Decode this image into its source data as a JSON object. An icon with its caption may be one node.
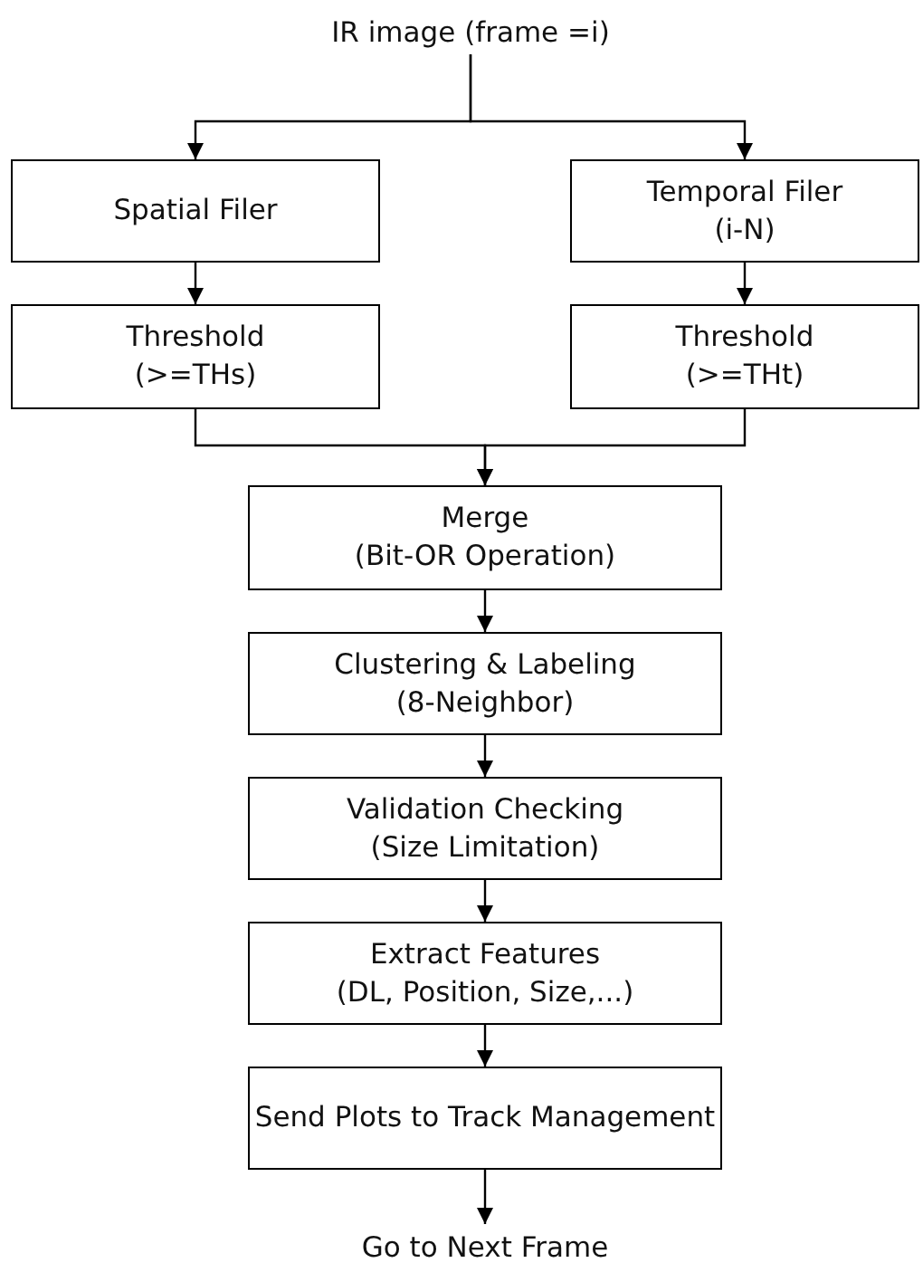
{
  "diagram": {
    "nodes": [
      {
        "text": [
          "IR image (frame =i)"
        ]
      },
      {
        "text": [
          "Spatial Filer"
        ]
      },
      {
        "text": [
          "Temporal Filer",
          "(i-N)"
        ]
      },
      {
        "text": [
          "Threshold",
          "(>=THs)"
        ]
      },
      {
        "text": [
          "Threshold",
          "(>=THt)"
        ]
      },
      {
        "text": [
          "Merge",
          "(Bit-OR Operation)"
        ]
      },
      {
        "text": [
          "Clustering & Labeling",
          "(8-Neighbor)"
        ]
      },
      {
        "text": [
          "Validation Checking",
          "(Size Limitation)"
        ]
      },
      {
        "text": [
          "Extract Features",
          "(DL, Position, Size,...)"
        ]
      },
      {
        "text": [
          "Send Plots to Track Management"
        ]
      },
      {
        "text": [
          "Go to Next Frame"
        ]
      }
    ],
    "edges": [
      {
        "from": 0,
        "to": 1,
        "arrow": "to"
      },
      {
        "from": 0,
        "to": 2,
        "arrow": "to"
      },
      {
        "from": 1,
        "to": 3,
        "arrow": "to"
      },
      {
        "from": 2,
        "to": 4,
        "arrow": "to"
      },
      {
        "from": 3,
        "to": 5,
        "arrow": "to"
      },
      {
        "from": 4,
        "to": 5,
        "arrow": "to"
      },
      {
        "from": 5,
        "to": 6,
        "arrow": "to"
      },
      {
        "from": 6,
        "to": 7,
        "arrow": "to"
      },
      {
        "from": 7,
        "to": 8,
        "arrow": "to"
      },
      {
        "from": 8,
        "to": 9,
        "arrow": "to"
      },
      {
        "from": 9,
        "to": 10,
        "arrow": "to"
      }
    ]
  }
}
